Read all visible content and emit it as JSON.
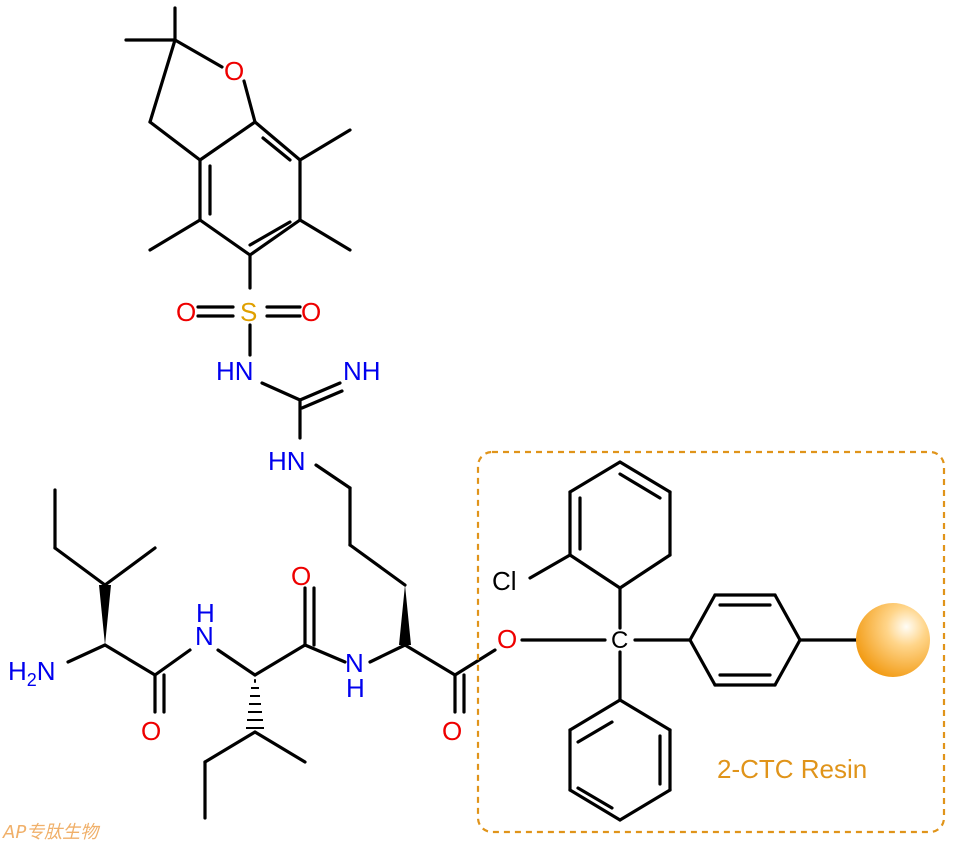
{
  "atoms": {
    "o_ring": "O",
    "s": "S",
    "o_s_left": "O",
    "o_s_right": "O",
    "hn_1": "HN",
    "nh_imine": "NH",
    "hn_2": "HN",
    "h2n": "H2N",
    "nh_amide1": "N",
    "nh_amide1_h": "H",
    "o_amide1": "O",
    "o_amide2": "O",
    "nh_amide2": "N",
    "nh_amide2_h": "H",
    "o_carbonyl": "O",
    "o_ester": "O",
    "c_trityl": "C",
    "cl": "Cl"
  },
  "resin": {
    "label": "2-CTC Resin",
    "color": "#e0941a",
    "bead_color": "#f7a531"
  },
  "watermark": "AP专肽生物"
}
